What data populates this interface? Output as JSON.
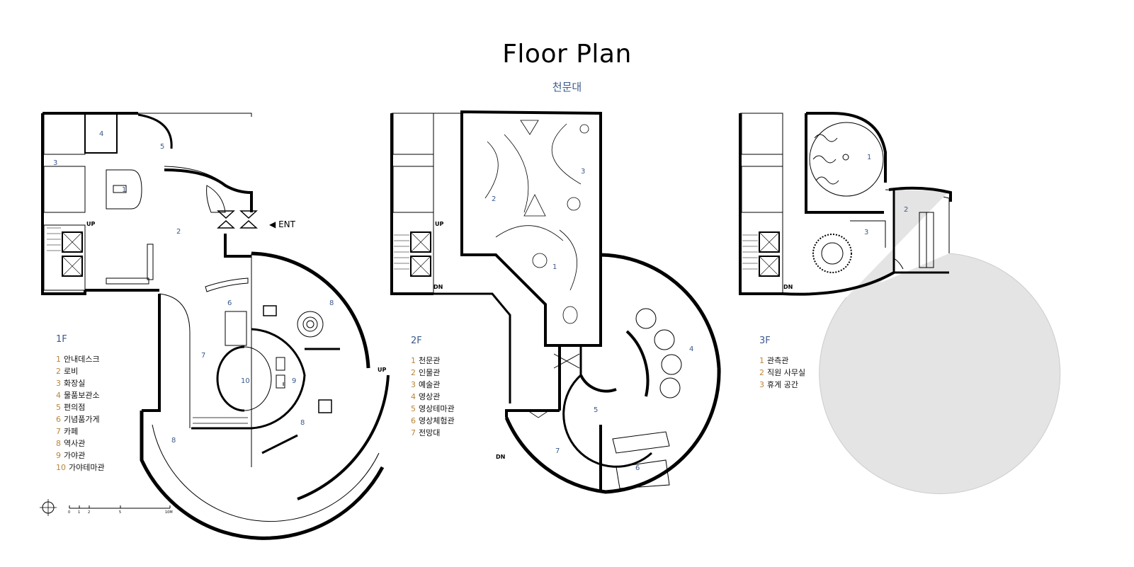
{
  "title": "Floor Plan",
  "subtitle": "천문대",
  "entrance_label": "ENT",
  "stair_up": "UP",
  "stair_down": "DN",
  "floors": [
    {
      "label": "1F",
      "rooms": [
        {
          "num": "1",
          "name": "안내데스크"
        },
        {
          "num": "2",
          "name": "로비"
        },
        {
          "num": "3",
          "name": "화장실"
        },
        {
          "num": "4",
          "name": "물품보관소"
        },
        {
          "num": "5",
          "name": "편의점"
        },
        {
          "num": "6",
          "name": "기념품가게"
        },
        {
          "num": "7",
          "name": "카페"
        },
        {
          "num": "8",
          "name": "역사관"
        },
        {
          "num": "9",
          "name": "가야관"
        },
        {
          "num": "10",
          "name": "가야테마관"
        }
      ]
    },
    {
      "label": "2F",
      "rooms": [
        {
          "num": "1",
          "name": "천문관"
        },
        {
          "num": "2",
          "name": "인물관"
        },
        {
          "num": "3",
          "name": "예술관"
        },
        {
          "num": "4",
          "name": "영상관"
        },
        {
          "num": "5",
          "name": "영상테마관"
        },
        {
          "num": "6",
          "name": "영상체험관"
        },
        {
          "num": "7",
          "name": "전망대"
        }
      ]
    },
    {
      "label": "3F",
      "rooms": [
        {
          "num": "1",
          "name": "관측관"
        },
        {
          "num": "2",
          "name": "직원 사무실"
        },
        {
          "num": "3",
          "name": "휴게 공간"
        }
      ]
    }
  ],
  "scale_bar": {
    "ticks": [
      "0",
      "1",
      "2",
      "5",
      "10M"
    ]
  },
  "colors": {
    "wall": "#000000",
    "room_number": "#3b5a8c",
    "legend_number": "#b8863a",
    "void_fill": "#e4e4e4"
  }
}
